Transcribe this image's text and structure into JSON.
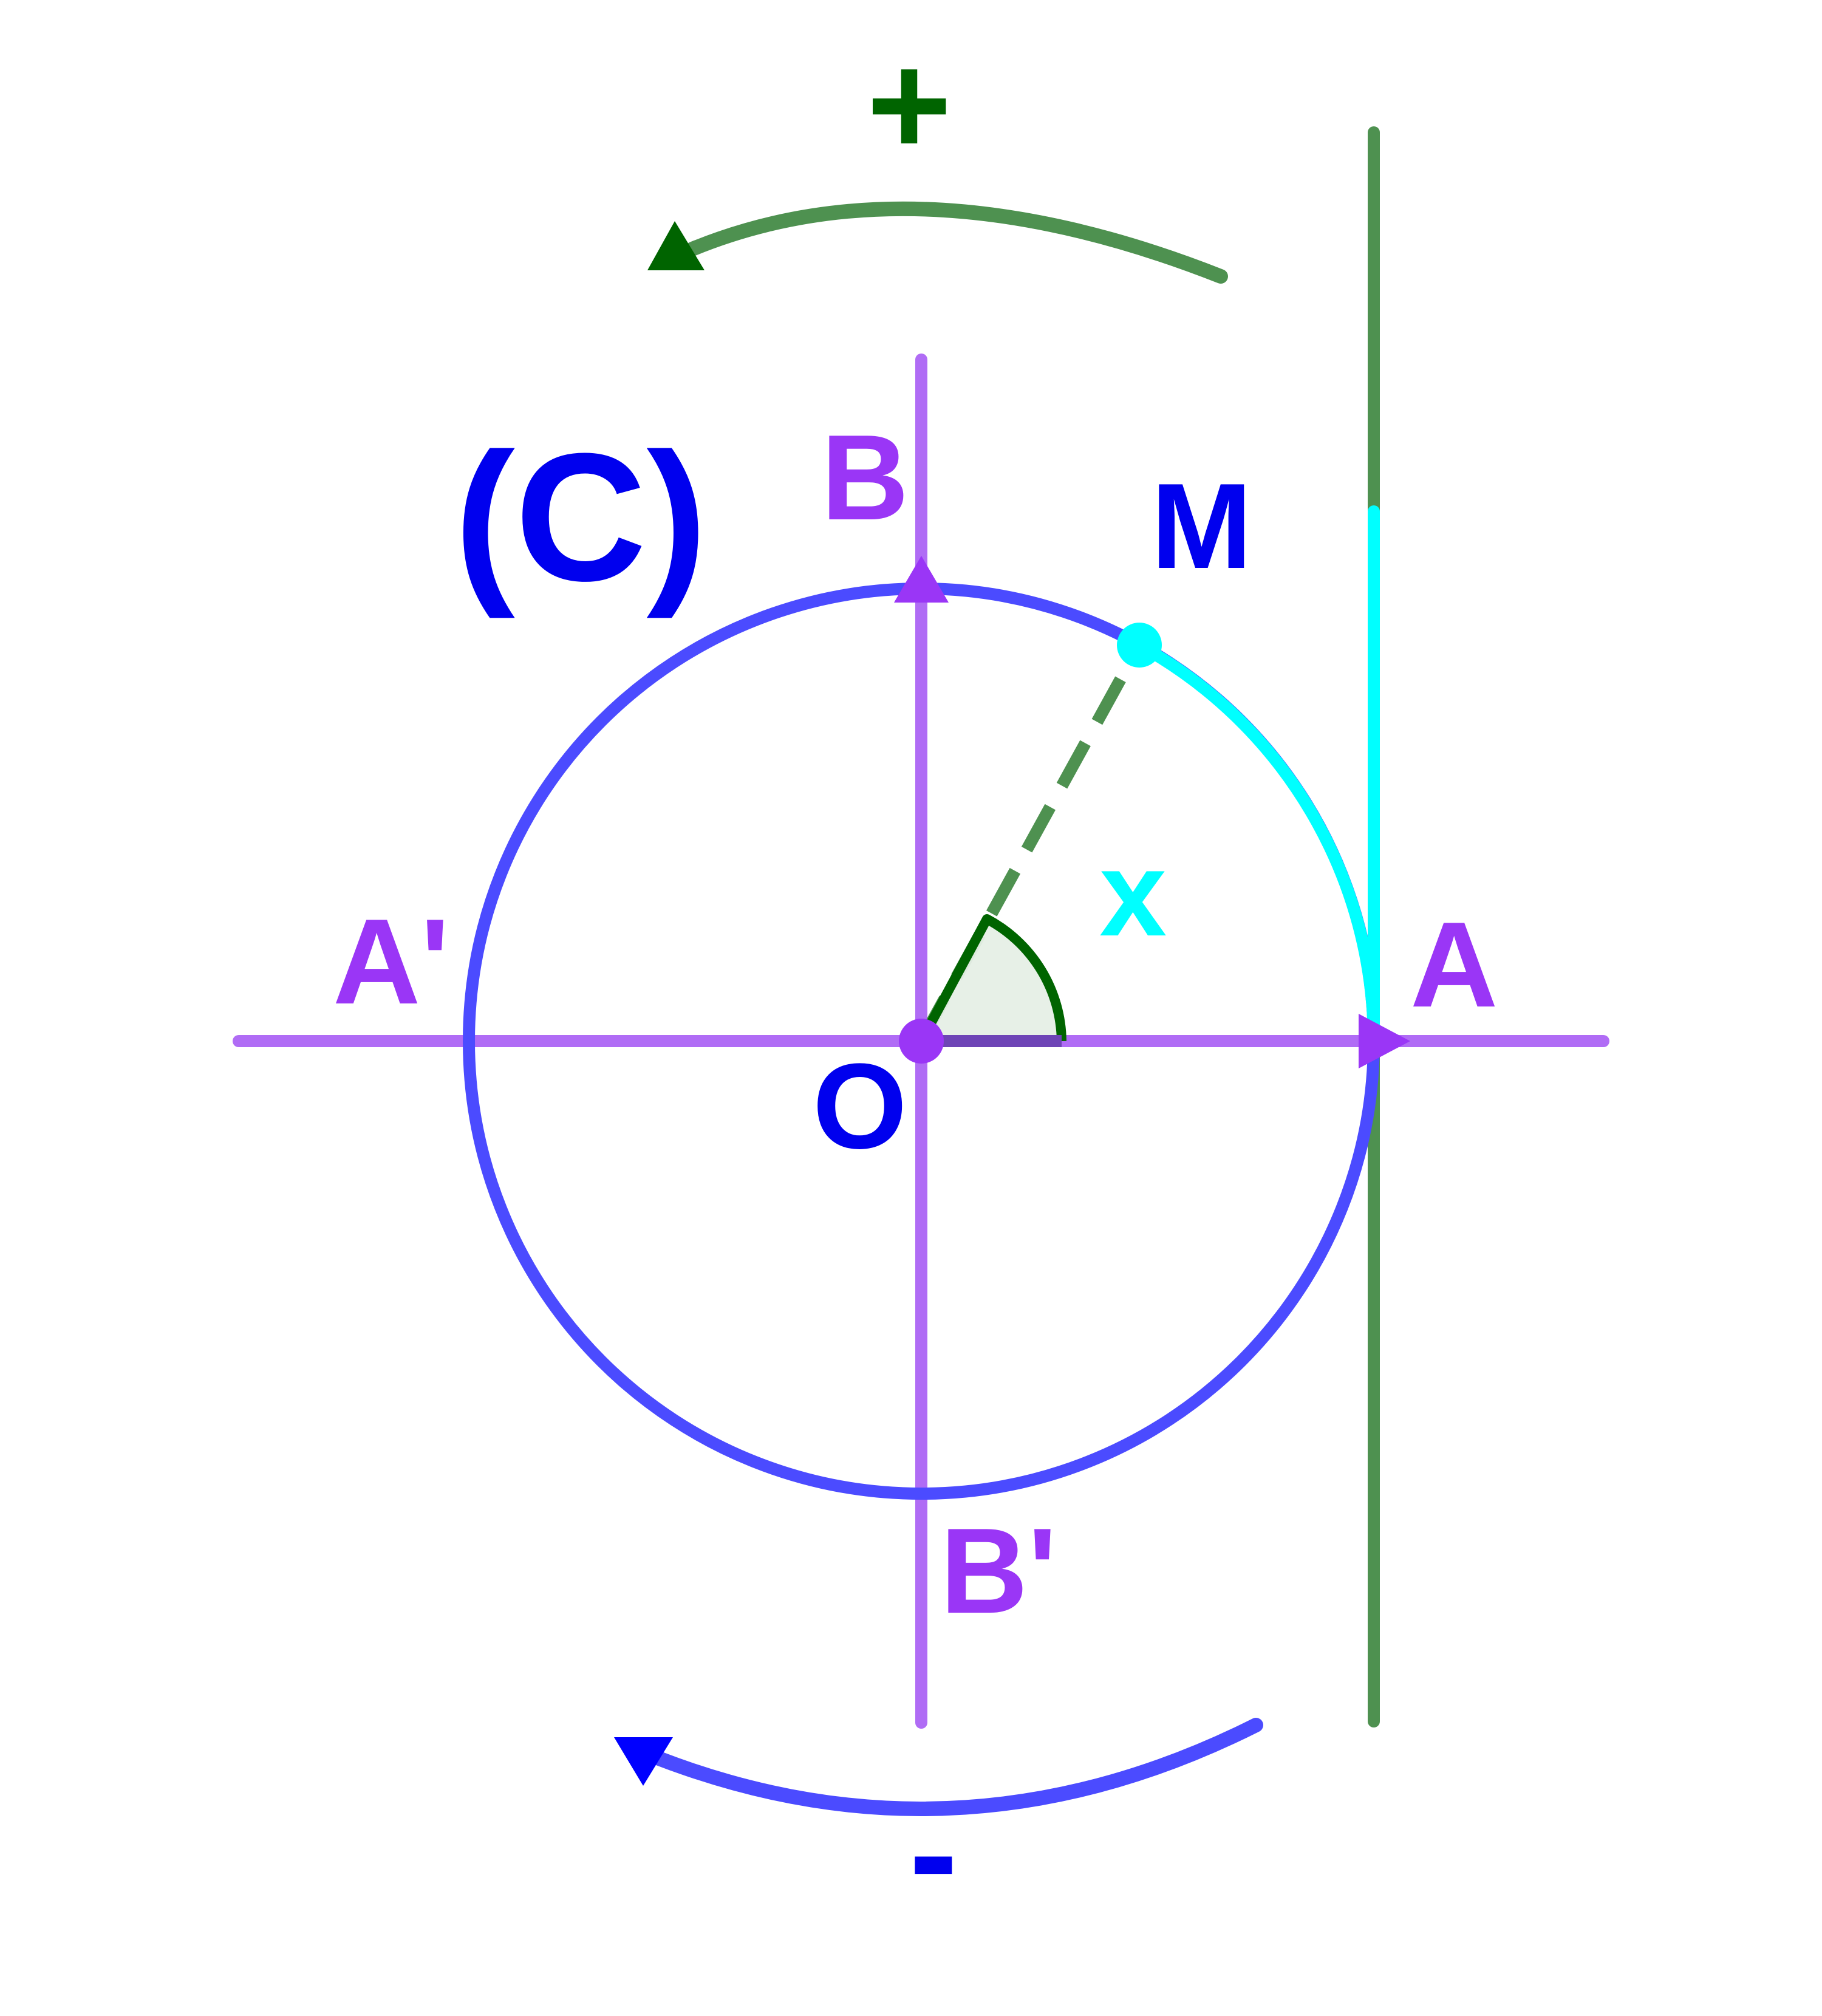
{
  "labels": {
    "plus": "+",
    "minus": "-",
    "circle_name": "(C)",
    "B": "B",
    "B_prime": "B'",
    "A": "A",
    "A_prime": "A'",
    "O": "O",
    "M": "M",
    "x": "x"
  },
  "colors": {
    "axis": "#B06CF5",
    "axis_arrow": "#9A36F6",
    "circle": "#4B4BFF",
    "label_blue": "#0000EE",
    "label_purple": "#9A36F6",
    "tangent": "#4E9150",
    "arc_highlight": "#00FFFF",
    "positive_arrow": "#006400",
    "negative_arrow": "#0000FF",
    "angle_fill": "#E6EFE6",
    "angle_stroke": "#006400"
  },
  "angle_x_degrees": 60
}
